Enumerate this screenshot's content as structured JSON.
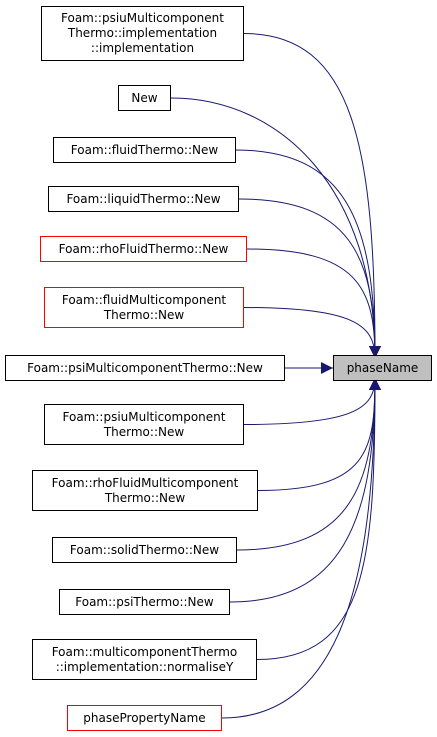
{
  "graph": {
    "target": {
      "label": "phaseName"
    },
    "callers": [
      {
        "id": "n1",
        "lines": [
          "Foam::psiuMulticomponent",
          "Thermo::implementation",
          "::implementation"
        ],
        "red": false
      },
      {
        "id": "n2",
        "lines": [
          "New"
        ],
        "red": false
      },
      {
        "id": "n3",
        "lines": [
          "Foam::fluidThermo::New"
        ],
        "red": false
      },
      {
        "id": "n4",
        "lines": [
          "Foam::liquidThermo::New"
        ],
        "red": false
      },
      {
        "id": "n5",
        "lines": [
          "Foam::rhoFluidThermo::New"
        ],
        "red": true
      },
      {
        "id": "n6",
        "lines": [
          "Foam::fluidMulticomponent",
          "Thermo::New"
        ],
        "red": true
      },
      {
        "id": "n7",
        "lines": [
          "Foam::psiMulticomponentThermo::New"
        ],
        "red": false
      },
      {
        "id": "n8",
        "lines": [
          "Foam::psiuMulticomponent",
          "Thermo::New"
        ],
        "red": false
      },
      {
        "id": "n9",
        "lines": [
          "Foam::rhoFluidMulticomponent",
          "Thermo::New"
        ],
        "red": false
      },
      {
        "id": "n10",
        "lines": [
          "Foam::solidThermo::New"
        ],
        "red": false
      },
      {
        "id": "n11",
        "lines": [
          "Foam::psiThermo::New"
        ],
        "red": false
      },
      {
        "id": "n12",
        "lines": [
          "Foam::multicomponentThermo",
          "::implementation::normaliseY"
        ],
        "red": false
      },
      {
        "id": "n13",
        "lines": [
          "phasePropertyName"
        ],
        "red": true
      }
    ]
  },
  "colors": {
    "edge": "#191970",
    "normal_border": "#000000",
    "red_border": "#ff0000",
    "target_fill": "#bfbfbf"
  }
}
